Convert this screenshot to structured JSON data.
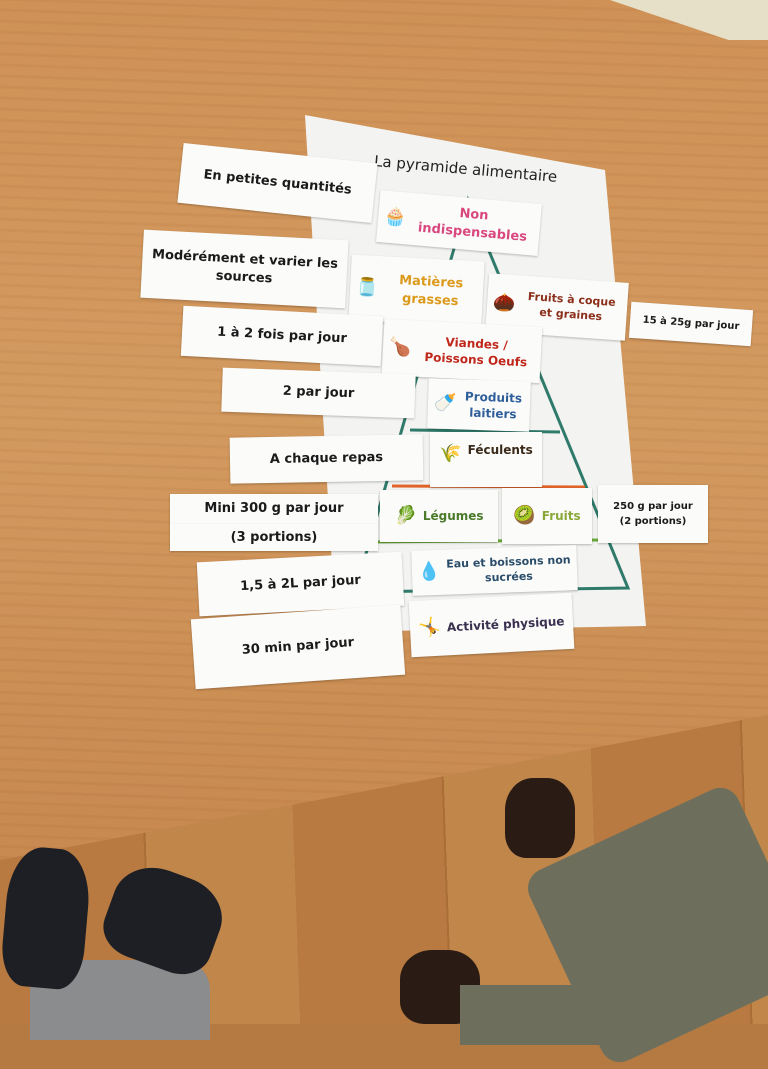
{
  "poster": {
    "title": "La pyramide alimentaire"
  },
  "rows": [
    {
      "freq": "En petites quantités",
      "group": "Non indispensables",
      "icon": "muffin-icon",
      "color": "#d9477f"
    },
    {
      "freq": "Modérément et varier les sources",
      "group": "Matières grasses",
      "icon": "oil-bottle-icon",
      "color": "#dc9a1c",
      "group2": "Fruits à coque et graines",
      "icon2": "nuts-icon",
      "color2": "#8b2f1a",
      "freq2": "15 à 25g par jour"
    },
    {
      "freq": "1 à 2 fois par jour",
      "group": "Viandes / Poissons Oeufs",
      "icon": "drumstick-icon",
      "color": "#c0271b"
    },
    {
      "freq": "2 par jour",
      "group": "Produits laitiers",
      "icon": "milk-bottle-icon",
      "color": "#2f5f9a"
    },
    {
      "freq": "A chaque repas",
      "group": "Féculents",
      "icon": "wheat-icon",
      "color": "#3a2a1a"
    },
    {
      "freq": "Mini 300 g par jour",
      "freq_b": "(3 portions)",
      "group": "Légumes",
      "icon": "lettuce-icon",
      "color": "#4a7a2a",
      "group2": "Fruits",
      "icon2": "kiwi-icon",
      "color2": "#8aa83a",
      "freq2": "250 g par jour",
      "freq2_b": "(2 portions)"
    },
    {
      "freq": "1,5 à 2L par jour",
      "group": "Eau et boissons non sucrées",
      "icon": "water-drop-icon",
      "color": "#2a4d6a"
    },
    {
      "freq": "30 min par jour",
      "group": "Activité physique",
      "icon": "dancer-icon",
      "color": "#3a3050"
    }
  ],
  "icons": {
    "muffin": "🧁",
    "oil": "🫙",
    "nuts": "🌰",
    "drumstick": "🍗",
    "milk": "🍼",
    "wheat": "🌾",
    "lettuce": "🥬",
    "kiwi": "🥝",
    "drop": "💧",
    "dancer": "🤸"
  }
}
